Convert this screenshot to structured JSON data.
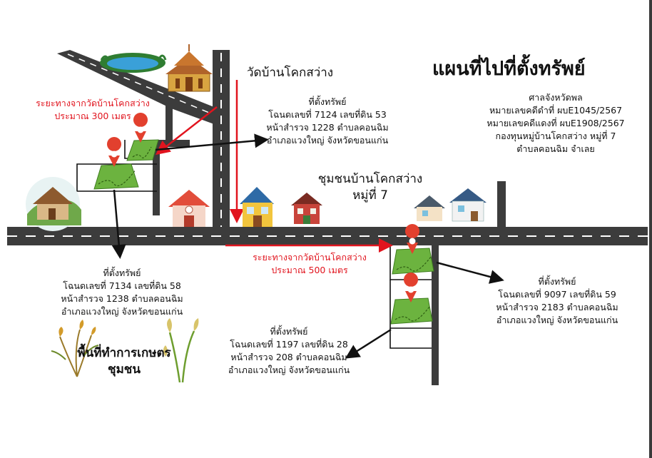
{
  "title": "แผนที่ไปที่ตั้งทรัพย์",
  "court_info": {
    "line1": "ศาลจังหวัดพล",
    "line2": "หมายเลขคดีดำที่ ผบE1045/2567",
    "line3": "หมายเลขคดีแดงที่ ผบE1908/2567",
    "line4": "กองทุนหมู่บ้านโคกสว่าง หมู่ที่ 7",
    "line5": "ตำบลคอนฉิม จำเลย"
  },
  "temple_label": "วัดบ้านโคกสว่าง",
  "community_label": {
    "line1": "ชุมชนบ้านโคกสว่าง",
    "line2": "หมู่ที่ 7"
  },
  "distance_300": {
    "line1": "ระยะทางจากวัดบ้านโคกสว่าง",
    "line2": "ประมาณ 300 เมตร"
  },
  "distance_500": {
    "line1": "ระยะทางจากวัดบ้านโคกสว่าง",
    "line2": "ประมาณ 500 เมตร"
  },
  "farmland_label": {
    "line1": "พื้นที่ทำการเกษตร",
    "line2": "ชุมชน"
  },
  "properties": [
    {
      "heading": "ที่ตั้งทรัพย์",
      "deed": "โฉนดเลขที่ 7124 เลขที่ดิน 53",
      "survey": "หน้าสำรวจ 1228 ตำบลคอนฉิม",
      "district": "อำเภอแวงใหญ่ จังหวัดขอนแก่น"
    },
    {
      "heading": "ที่ตั้งทรัพย์",
      "deed": "โฉนดเลขที่ 7134 เลขที่ดิน 58",
      "survey": "หน้าสำรวจ 1238 ตำบลคอนฉิม",
      "district": "อำเภอแวงใหญ่ จังหวัดขอนแก่น"
    },
    {
      "heading": "ที่ตั้งทรัพย์",
      "deed": "โฉนดเลขที่ 1197 เลขที่ดิน 28",
      "survey": "หน้าสำรวจ 208 ตำบลคอนฉิม",
      "district": "อำเภอแวงใหญ่ จังหวัดขอนแก่น"
    },
    {
      "heading": "ที่ตั้งทรัพย์",
      "deed": "โฉนดเลขที่ 9097 เลขที่ดิน 59",
      "survey": "หน้าสำรวจ 2183 ตำบลคอนฉิม",
      "district": "อำเภอแวงใหญ่ จังหวัดขอนแก่น"
    }
  ],
  "colors": {
    "road": "#3c3c3c",
    "red_route": "#e1141e",
    "parcel_green": "#6cb33f",
    "marker": "#e2402e"
  }
}
